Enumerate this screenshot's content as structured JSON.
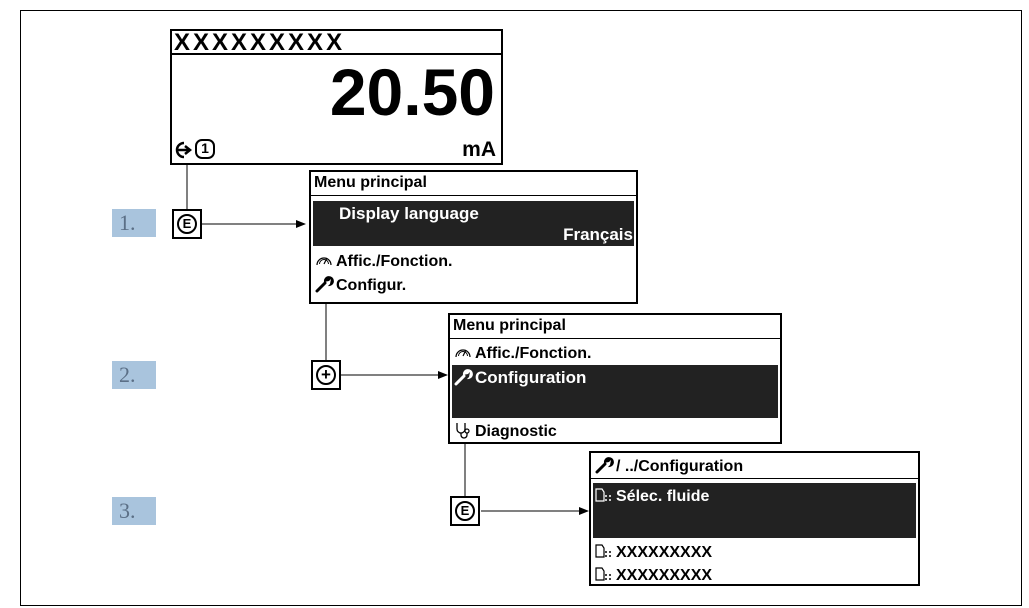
{
  "display": {
    "header": "XXXXXXXXX",
    "value": "20.50",
    "unit": "mA",
    "channel": "1"
  },
  "steps": [
    {
      "label": "1.",
      "key": "E"
    },
    {
      "label": "2.",
      "key": "+"
    },
    {
      "label": "3.",
      "key": "E"
    }
  ],
  "menu1": {
    "title": "Menu principal",
    "selected_label": "Display language",
    "selected_value": "Français",
    "items": [
      "Affic./Fonction.",
      "Configur."
    ]
  },
  "menu2": {
    "title": "Menu principal",
    "item_top": "Affic./Fonction.",
    "selected": "Configuration",
    "item_bottom": "Diagnostic"
  },
  "menu3": {
    "title": "/ ../Configuration",
    "selected": "Sélec. fluide",
    "items": [
      "XXXXXXXXX",
      "XXXXXXXXX"
    ]
  },
  "icons": {
    "display_status": "output-arrow-icon",
    "display_channel": "channel-number-icon",
    "display_function": "gauge-icon",
    "configuration": "wrench-icon",
    "diagnostic": "stethoscope-icon",
    "submenu": "submenu-icon"
  }
}
